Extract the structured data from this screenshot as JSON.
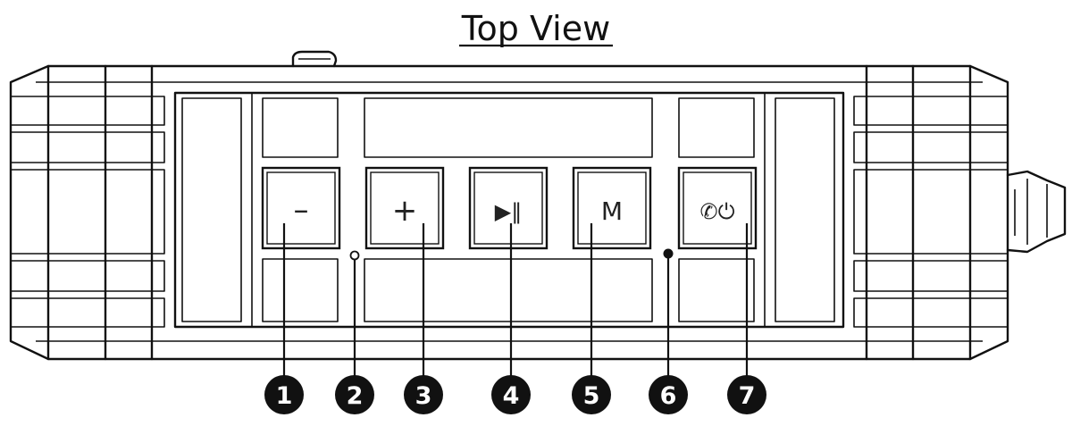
{
  "title": "Top View",
  "buttons": [
    {
      "id": "volume-down",
      "glyph": "–"
    },
    {
      "id": "volume-up",
      "glyph": "+"
    },
    {
      "id": "play-pause",
      "glyph": "▶‖"
    },
    {
      "id": "mode",
      "glyph": "M"
    },
    {
      "id": "call-power",
      "glyph": "✆⏻"
    }
  ],
  "callouts": [
    "1",
    "2",
    "3",
    "4",
    "5",
    "6",
    "7"
  ],
  "colors": {
    "line": "#111111",
    "callout_fill": "#111111",
    "background": "#ffffff"
  }
}
